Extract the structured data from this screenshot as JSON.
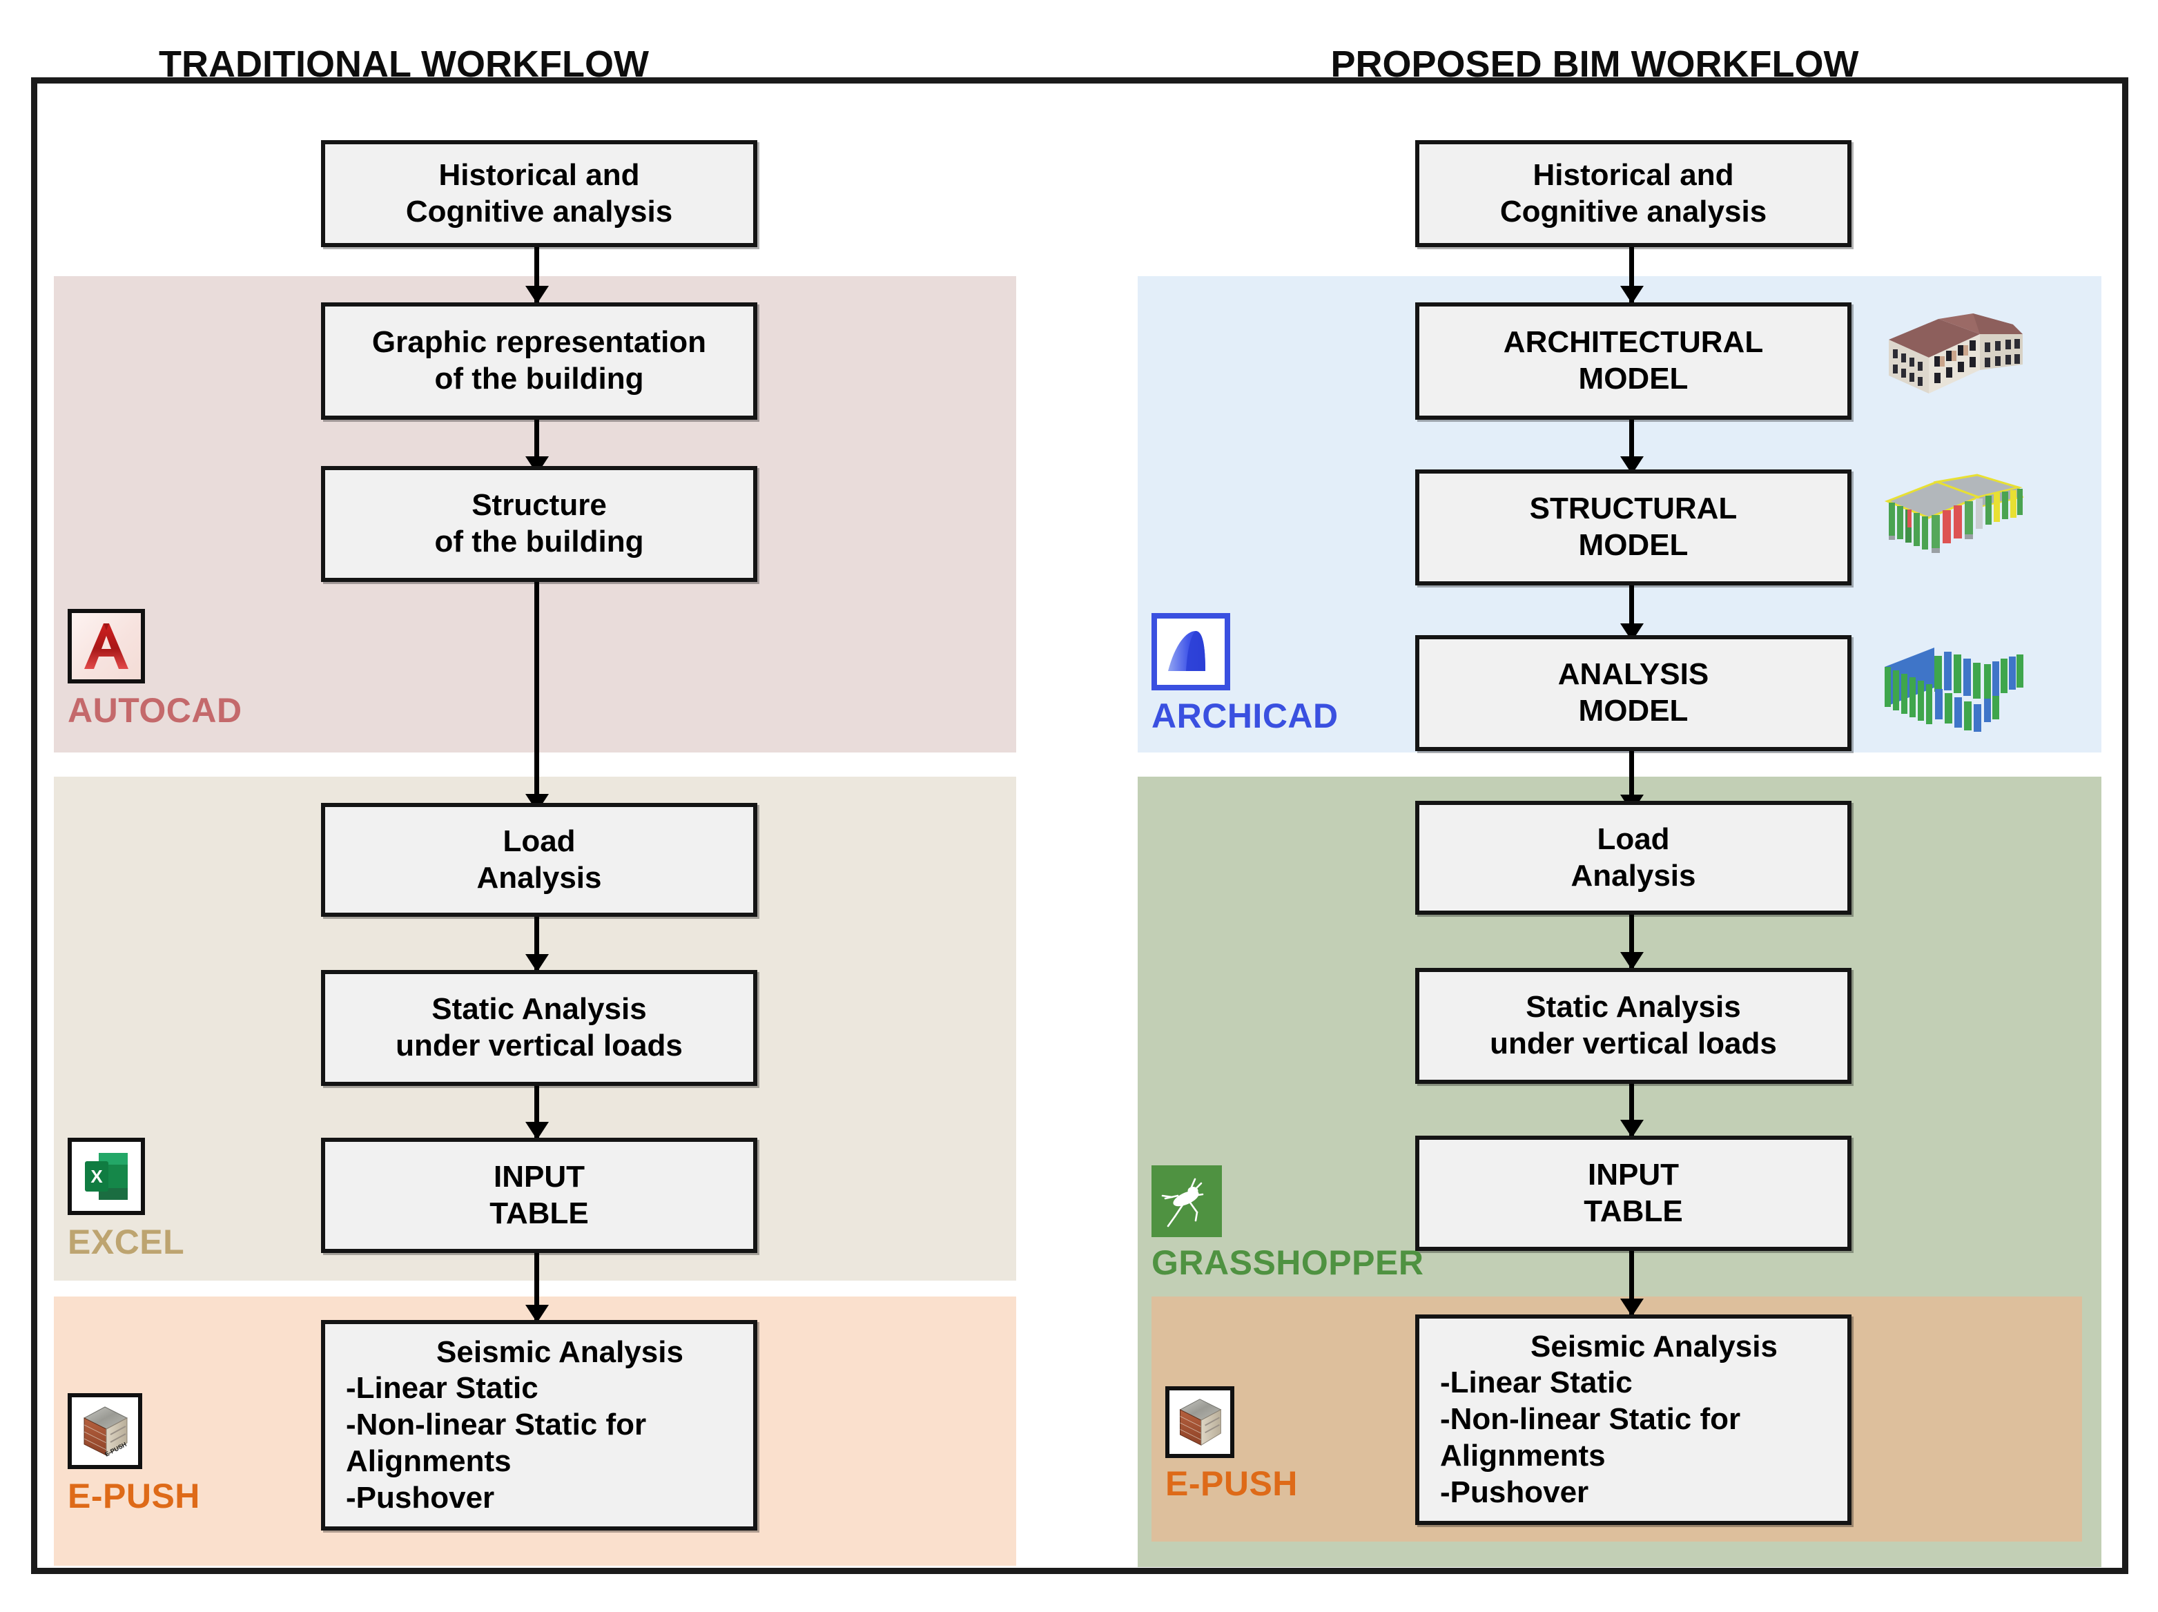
{
  "figure": {
    "left_column_title": "TRADITIONAL WORKFLOW",
    "right_column_title": "PROPOSED BIM WORKFLOW"
  },
  "colors": {
    "autocad_band": "#e9dcda",
    "autocad_text": "#c4696b",
    "excel_band": "#ece7dd",
    "excel_text": "#bda470",
    "epush_band_left": "#fae0cd",
    "epush_text": "#de6a18",
    "archicad_band": "#e3eef9",
    "archicad_text": "#3a50e0",
    "grasshopper_band": "#c2cfb5",
    "grasshopper_text": "#4f9241",
    "epush_band_right": "#ddbf9c",
    "box_fill": "#f1f1f1",
    "box_border": "#141414",
    "frame_border": "#1b1b1b"
  },
  "left_workflow": {
    "steps": [
      {
        "id": "hist",
        "lines": [
          "Historical and",
          "Cognitive analysis"
        ]
      },
      {
        "id": "graphic",
        "lines": [
          "Graphic representation",
          "of the building"
        ]
      },
      {
        "id": "structure",
        "lines": [
          "Structure",
          "of the building"
        ]
      },
      {
        "id": "load",
        "lines": [
          "Load",
          "Analysis"
        ]
      },
      {
        "id": "static",
        "lines": [
          "Static Analysis",
          "under vertical loads"
        ]
      },
      {
        "id": "input",
        "lines": [
          "INPUT",
          "TABLE"
        ]
      },
      {
        "id": "seismic",
        "title": "Seismic Analysis",
        "lines": [
          "-Linear Static",
          "-Non-linear Static for",
          " Alignments",
          "-Pushover"
        ]
      }
    ],
    "bands": [
      {
        "id": "autocad",
        "label": "AUTOCAD",
        "icon": "autocad-icon"
      },
      {
        "id": "excel",
        "label": "EXCEL",
        "icon": "excel-icon"
      },
      {
        "id": "epush",
        "label": "E-PUSH",
        "icon": "epush-icon"
      }
    ]
  },
  "right_workflow": {
    "steps": [
      {
        "id": "hist",
        "lines": [
          "Historical and",
          "Cognitive analysis"
        ]
      },
      {
        "id": "arch",
        "lines": [
          "ARCHITECTURAL",
          "MODEL"
        ]
      },
      {
        "id": "struct",
        "lines": [
          "STRUCTURAL",
          "MODEL"
        ]
      },
      {
        "id": "analysis",
        "lines": [
          "ANALYSIS",
          "MODEL"
        ]
      },
      {
        "id": "load",
        "lines": [
          "Load",
          "Analysis"
        ]
      },
      {
        "id": "static",
        "lines": [
          "Static Analysis",
          "under vertical loads"
        ]
      },
      {
        "id": "input",
        "lines": [
          "INPUT",
          "TABLE"
        ]
      },
      {
        "id": "seismic",
        "title": "Seismic Analysis",
        "lines": [
          "-Linear Static",
          "-Non-linear Static for",
          " Alignments",
          "-Pushover"
        ]
      }
    ],
    "bands": [
      {
        "id": "archicad",
        "label": "ARCHICAD",
        "icon": "archicad-icon"
      },
      {
        "id": "grasshopper",
        "label": "GRASSHOPPER",
        "icon": "grasshopper-icon"
      },
      {
        "id": "epush",
        "label": "E-PUSH",
        "icon": "epush-icon"
      }
    ],
    "thumbnails": [
      {
        "id": "architectural-model-thumb",
        "alt": "3D architectural building model with brown roof"
      },
      {
        "id": "structural-model-thumb",
        "alt": "3D structural model with yellow beams and green walls"
      },
      {
        "id": "analysis-model-thumb",
        "alt": "3D analysis model with blue and green wall elements"
      }
    ]
  }
}
